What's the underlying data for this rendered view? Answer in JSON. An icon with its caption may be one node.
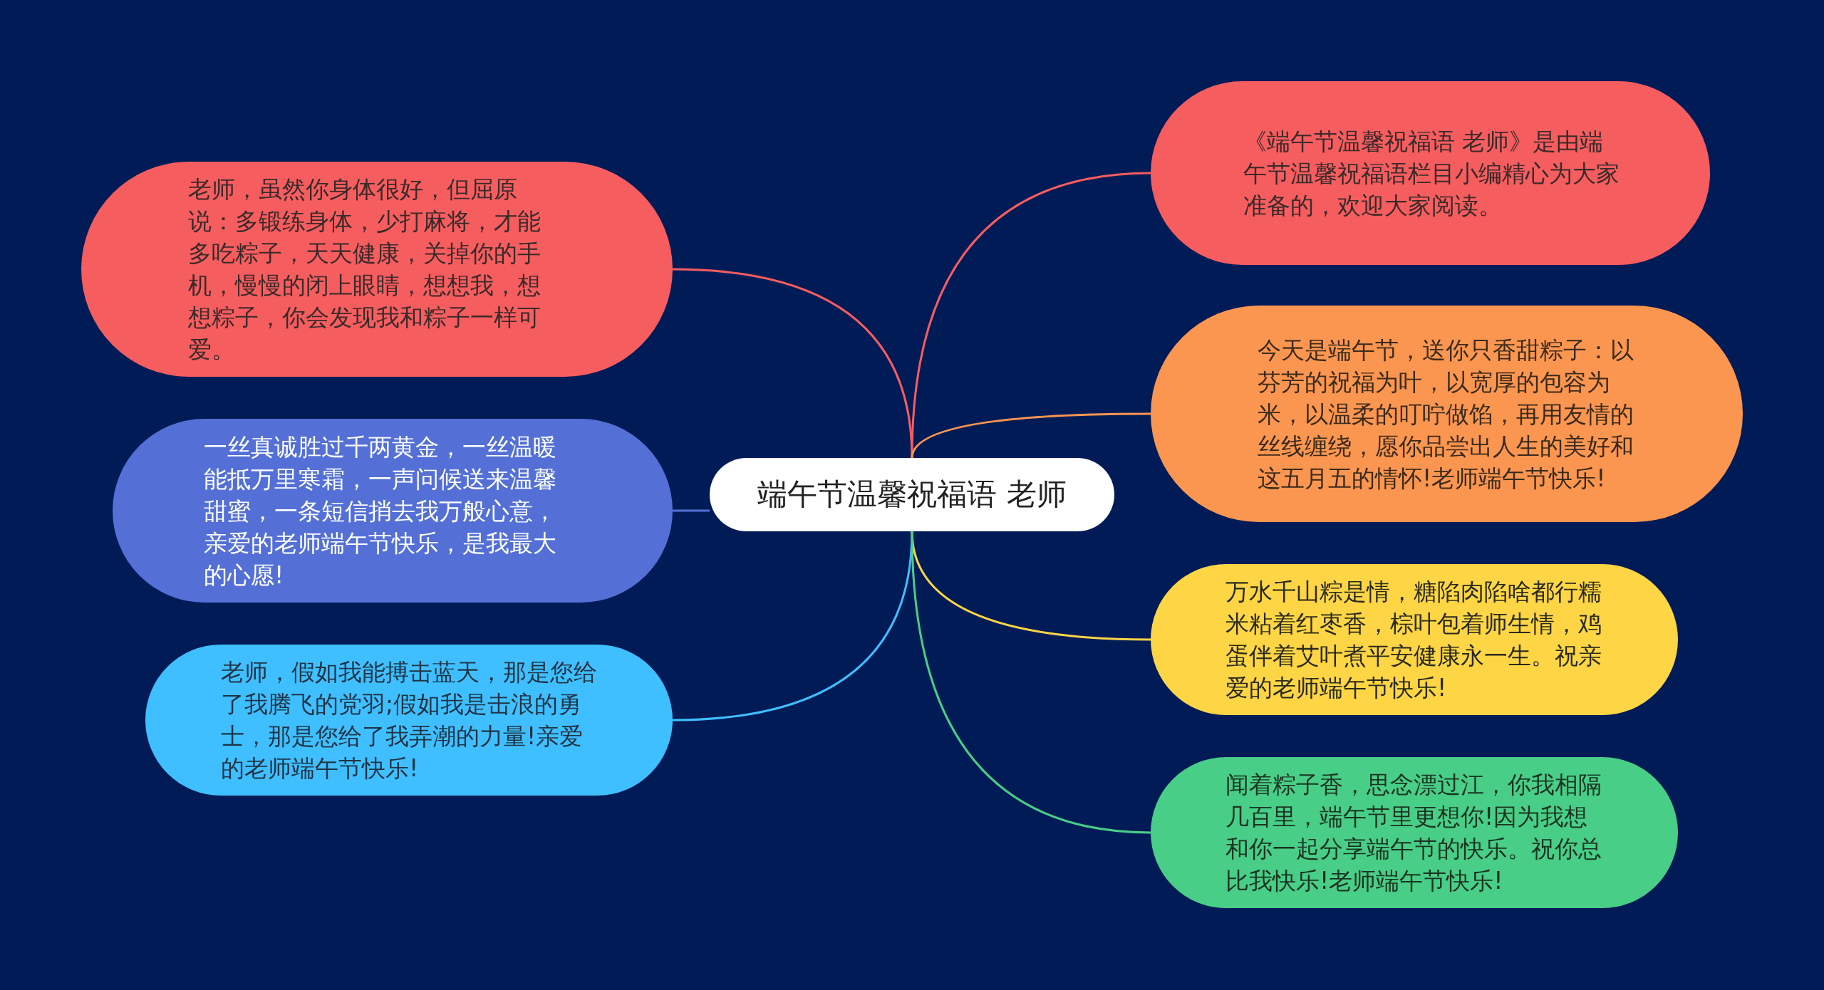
{
  "diagram": {
    "nodes": [
      {
        "text": [
          "端午节温馨祝福语 老师"
        ]
      },
      {
        "text": [
          "老师，虽然你身体很好，但屈原说：多锻练身体，少打麻将，才能多吃粽子，天天健康，关掉你的手机，慢慢的闭上眼睛，想想我，想想粽子，你会发现我和粽子一样可爱。"
        ]
      },
      {
        "text": [
          "一丝真诚胜过千两黄金，一丝温暖能抵万里寒霜，一声问候送来温馨甜蜜，一条短信捎去我万般心意，亲爱的老师端午节快乐，是我最大的心愿!"
        ]
      },
      {
        "text": [
          "老师，假如我能搏击蓝天，那是您给了我腾飞的党羽;假如我是击浪的勇士，那是您给了我弄潮的力量!亲爱的老师端午节快乐!"
        ]
      },
      {
        "text": [
          "《端午节温馨祝福语 老师》是由端午节温馨祝福语栏目小编精心为大家准备的，欢迎大家阅读。"
        ]
      },
      {
        "text": [
          "今天是端午节，送你只香甜粽子：以芬芳的祝福为叶，以宽厚的包容为米，以温柔的叮咛做馅，再用友情的丝线缠绕，愿你品尝出人生的美好和这五月五的情怀!老师端午节快乐!"
        ]
      },
      {
        "text": [
          "万水千山粽是情，糖陷肉陷啥都行糯米粘着红枣香，棕叶包着师生情，鸡蛋伴着艾叶煮平安健康永一生。祝亲爱的老师端午节快乐!"
        ]
      },
      {
        "text": [
          "闻着粽子香，思念漂过江，你我相隔几百里，端午节里更想你!因为我想和你一起分享端午节的快乐。祝你总比我快乐!老师端午节快乐!"
        ]
      }
    ],
    "edges": [
      {
        "from": 0,
        "to": 1,
        "arrow": "none",
        "color": "#f65d5f"
      },
      {
        "from": 0,
        "to": 2,
        "arrow": "none",
        "color": "#5470d6"
      },
      {
        "from": 0,
        "to": 3,
        "arrow": "none",
        "color": "#3fbfff"
      },
      {
        "from": 0,
        "to": 4,
        "arrow": "none",
        "color": "#f65d5f"
      },
      {
        "from": 0,
        "to": 5,
        "arrow": "none",
        "color": "#fb9650"
      },
      {
        "from": 0,
        "to": 6,
        "arrow": "none",
        "color": "#fdd545"
      },
      {
        "from": 0,
        "to": 7,
        "arrow": "none",
        "color": "#48ce86"
      }
    ]
  }
}
